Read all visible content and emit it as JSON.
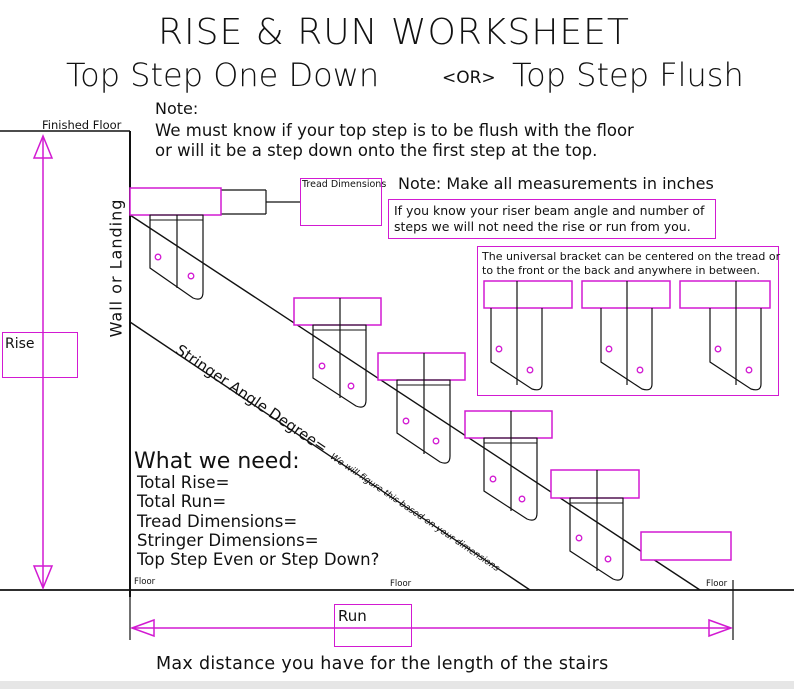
{
  "title": "RISE & RUN WORKSHEET",
  "subtitle_left": "Top Step One Down",
  "subtitle_or": "<OR>",
  "subtitle_right": "Top Step Flush",
  "note_heading": "Note:",
  "note_line1": "We must know if your top step is to be flush with the floor",
  "note_line2": "or will it be a step down onto the first step at the top.",
  "finished_floor": "Finished Floor",
  "tread_dimensions_box": "Tread Dimensions",
  "note_measure": "Note: Make all measurements in inches",
  "riser_note_line1": "If you know your riser beam angle and number of",
  "riser_note_line2": "steps we will not need the rise or run from you.",
  "universal_line1": "The universal bracket can be centered on the tread or",
  "universal_line2": "to the front or the back and anywhere in between.",
  "wall_label": "Wall or Landing",
  "rise_label": "Rise",
  "stringer_label": "Stringer Angle Degree=",
  "stringer_note": "We will figure this based on your dimensions",
  "need_heading": "What we need:",
  "need_items": [
    "Total Rise=",
    "Total Run=",
    "Tread Dimensions=",
    "Stringer Dimensions=",
    "Top Step Even or Step Down?"
  ],
  "floor_labels": [
    "Floor",
    "Floor",
    "Floor"
  ],
  "run_label": "Run",
  "max_distance": "Max distance you have for the length of the stairs",
  "colors": {
    "accent": "#d21ad2",
    "ink": "#111111"
  }
}
